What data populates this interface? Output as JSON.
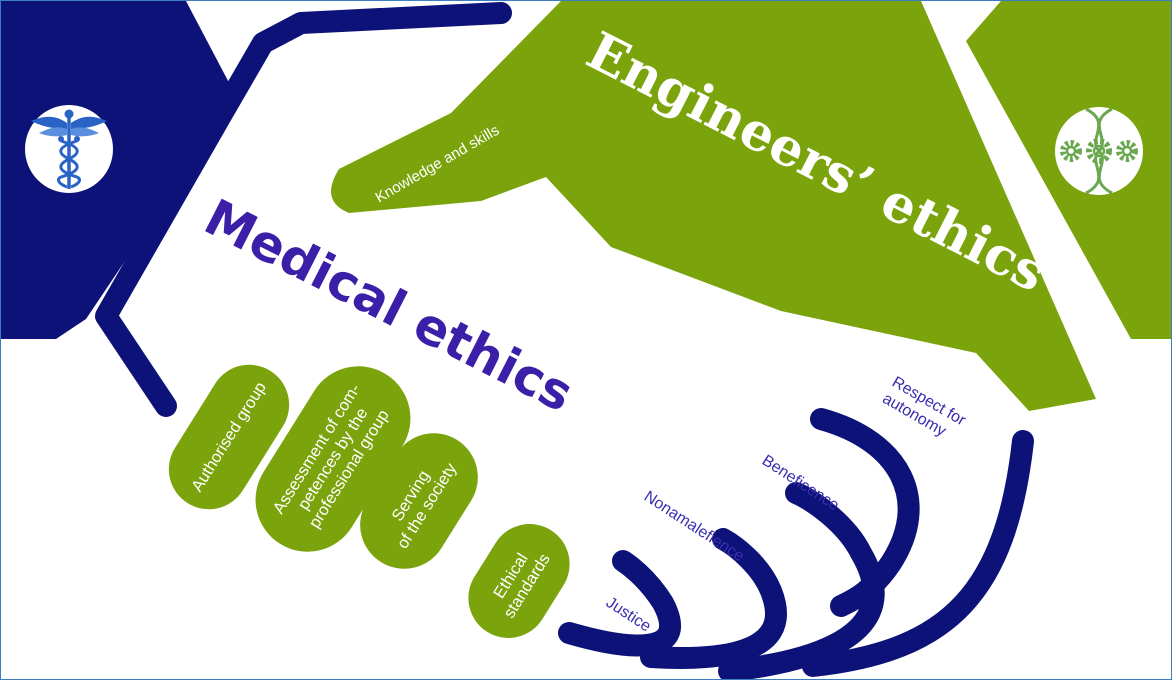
{
  "colors": {
    "navy": "#0d1278",
    "green": "#7ba30c",
    "medical_text": "#3b1fa8",
    "finger_text": "#3a2db0",
    "white": "#ffffff",
    "border": "#3c7fc0"
  },
  "icons": {
    "medical": "caduceus-icon",
    "engineering": "gears-dna-icon"
  },
  "engineers": {
    "title": "Engineers’ ethics",
    "subtitle": "Knowledge and skills"
  },
  "medical": {
    "title": "Medical ethics"
  },
  "pills": [
    {
      "lines": [
        "Authorised group"
      ]
    },
    {
      "lines": [
        "Assessment of com-",
        "petences  by the",
        "professional group"
      ]
    },
    {
      "lines": [
        "Serving",
        "of the society"
      ]
    },
    {
      "lines": [
        "Ethical",
        "standards"
      ]
    }
  ],
  "fingers": [
    {
      "lines": [
        "Justice"
      ]
    },
    {
      "lines": [
        "Nonamalefience"
      ]
    },
    {
      "lines": [
        "Beneficence"
      ]
    },
    {
      "lines": [
        "Respect for",
        "autonomy"
      ]
    }
  ]
}
